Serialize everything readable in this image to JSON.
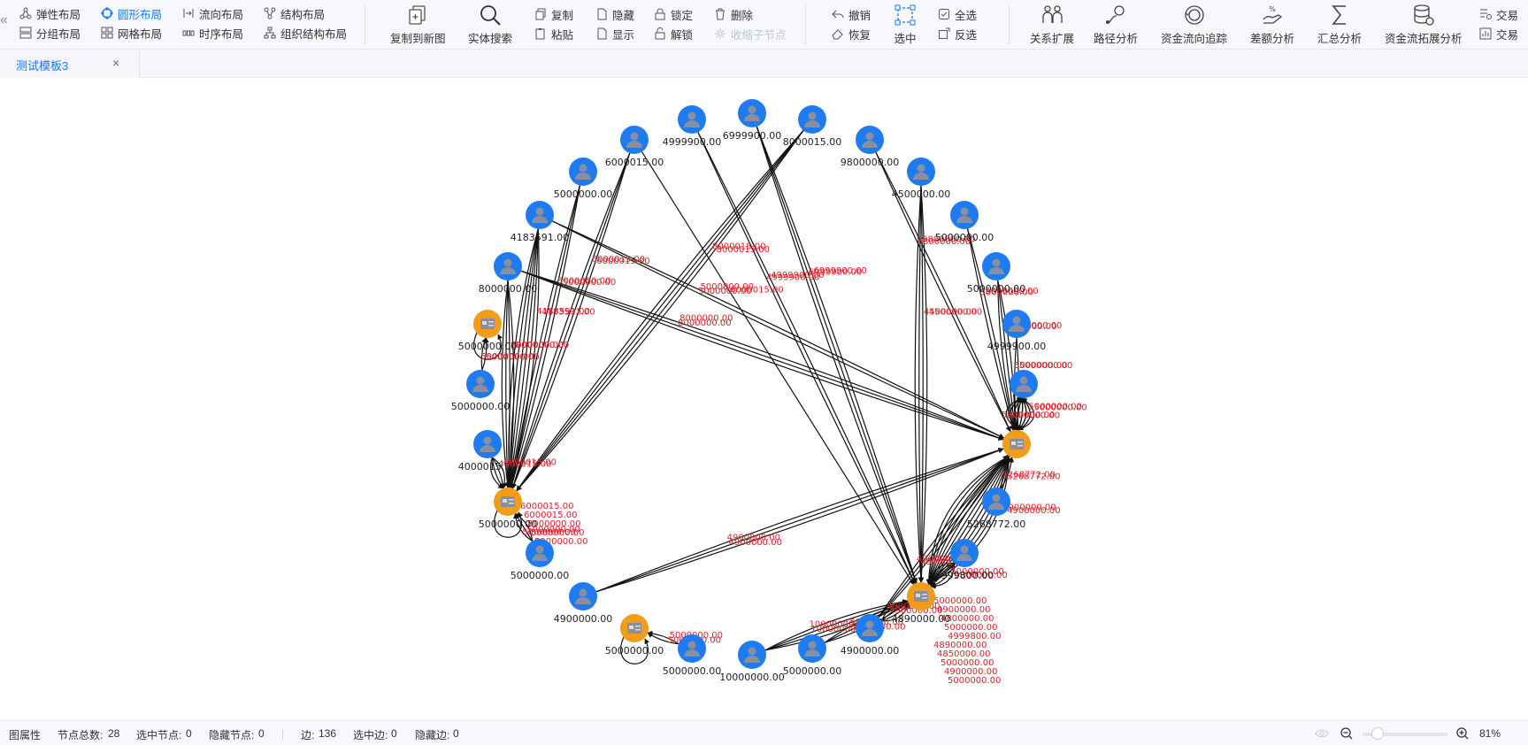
{
  "toolbar": {
    "layouts": [
      {
        "label": "弹性布局",
        "icon": "force-layout-icon"
      },
      {
        "label": "分组布局",
        "icon": "group-layout-icon"
      },
      {
        "label": "圆形布局",
        "icon": "circle-layout-icon",
        "active": true
      },
      {
        "label": "网格布局",
        "icon": "grid-layout-icon"
      },
      {
        "label": "流向布局",
        "icon": "flow-layout-icon"
      },
      {
        "label": "时序布局",
        "icon": "timeline-layout-icon"
      },
      {
        "label": "结构布局",
        "icon": "structure-layout-icon"
      },
      {
        "label": "组织结构布局",
        "icon": "org-layout-icon"
      }
    ],
    "copy_to_new": "复制到新图",
    "entity_search": "实体搜索",
    "edit": {
      "copy": "复制",
      "paste": "粘贴",
      "hide": "隐藏",
      "show": "显示",
      "lock": "锁定",
      "unlock": "解锁",
      "delete": "删除",
      "collapse_children": "收缩子节点"
    },
    "history": {
      "undo": "撤销",
      "redo": "恢复"
    },
    "select": {
      "select": "选中",
      "select_all": "全选",
      "invert": "反选"
    },
    "analysis": [
      {
        "label": "关系扩展",
        "icon": "relation-expand-icon"
      },
      {
        "label": "路径分析",
        "icon": "path-analysis-icon"
      },
      {
        "label": "资金流向追踪",
        "icon": "fund-flow-icon"
      },
      {
        "label": "差额分析",
        "icon": "difference-analysis-icon"
      },
      {
        "label": "汇总分析",
        "icon": "summary-icon"
      },
      {
        "label": "资金流拓展分析",
        "icon": "fund-expand-icon"
      }
    ],
    "extra": [
      "交易",
      "交易"
    ]
  },
  "tabs": [
    {
      "label": "测试模板3",
      "close": "×"
    }
  ],
  "status": {
    "graph_props": "图属性",
    "node_total_label": "节点总数:",
    "node_total": "28",
    "selected_nodes_label": "选中节点:",
    "selected_nodes": "0",
    "hidden_nodes_label": "隐藏节点:",
    "hidden_nodes": "0",
    "edges_label": "边:",
    "edges": "136",
    "selected_edges_label": "选中边:",
    "selected_edges": "0",
    "hidden_edges_label": "隐藏边:",
    "hidden_edges": "0",
    "zoom": "81%"
  },
  "colors": {
    "person": "#1e7bf0",
    "account": "#f39c1a",
    "edge": "#111111",
    "edge_label": "#e0202a",
    "accent": "#1677ff"
  },
  "graph": {
    "nodes": [
      {
        "id": "p1",
        "type": "person",
        "label": "6000015.00"
      },
      {
        "id": "p2",
        "type": "person",
        "label": "4999900.00"
      },
      {
        "id": "p3",
        "type": "person",
        "label": "6999900.00"
      },
      {
        "id": "p4",
        "type": "person",
        "label": "8000015.00"
      },
      {
        "id": "p5",
        "type": "person",
        "label": "9800000.00"
      },
      {
        "id": "p6",
        "type": "person",
        "label": "4500000.00"
      },
      {
        "id": "p7",
        "type": "person",
        "label": "5000000.00"
      },
      {
        "id": "p8",
        "type": "person",
        "label": "5000000.00"
      },
      {
        "id": "p9",
        "type": "person",
        "label": "4999900.00"
      },
      {
        "id": "p10",
        "type": "person",
        "label": ""
      },
      {
        "id": "a1",
        "type": "account",
        "label": ""
      },
      {
        "id": "p11",
        "type": "person",
        "label": "5268772.00"
      },
      {
        "id": "p12",
        "type": "person",
        "label": "4999800.00"
      },
      {
        "id": "a2",
        "type": "account",
        "label": "4890000.00"
      },
      {
        "id": "p13",
        "type": "person",
        "label": "4900000.00"
      },
      {
        "id": "p14",
        "type": "person",
        "label": "5000000.00"
      },
      {
        "id": "p15",
        "type": "person",
        "label": "10000000.00"
      },
      {
        "id": "p16",
        "type": "person",
        "label": "5000000.00"
      },
      {
        "id": "a3",
        "type": "account",
        "label": "5000000.00"
      },
      {
        "id": "p17",
        "type": "person",
        "label": "4900000.00"
      },
      {
        "id": "p18",
        "type": "person",
        "label": "5000000.00"
      },
      {
        "id": "a4",
        "type": "account",
        "label": "5000000.00"
      },
      {
        "id": "p19",
        "type": "person",
        "label": "4000015.00"
      },
      {
        "id": "p20",
        "type": "person",
        "label": "5000000.00"
      },
      {
        "id": "a5",
        "type": "account",
        "label": "5000000.00"
      },
      {
        "id": "p21",
        "type": "person",
        "label": "8000000.00"
      },
      {
        "id": "p22",
        "type": "person",
        "label": "4183591.00"
      },
      {
        "id": "p23",
        "type": "person",
        "label": "5000000.00"
      }
    ],
    "edges": [
      {
        "from": "p1",
        "to": "a4",
        "count": 3,
        "label": "6000015.00"
      },
      {
        "from": "p23",
        "to": "a4",
        "count": 3,
        "label": "5000000.00"
      },
      {
        "from": "p22",
        "to": "a4",
        "count": 6,
        "label": "4183591.00"
      },
      {
        "from": "p21",
        "to": "a4",
        "count": 4,
        "label": "8000000.00"
      },
      {
        "from": "p19",
        "to": "a4",
        "count": 4,
        "label": "4000015.00"
      },
      {
        "from": "p4",
        "to": "a4",
        "count": 4,
        "label": "8000015.00"
      },
      {
        "from": "p20",
        "to": "a5",
        "count": 2,
        "label": "5000000.00"
      },
      {
        "from": "p18",
        "to": "a4",
        "count": 3,
        "label": "5000000.00"
      },
      {
        "from": "p2",
        "to": "a2",
        "count": 2,
        "label": "4999900.00"
      },
      {
        "from": "p3",
        "to": "a2",
        "count": 3,
        "label": "6999900.00"
      },
      {
        "from": "p5",
        "to": "a1",
        "count": 2,
        "label": "9800000.00"
      },
      {
        "from": "p6",
        "to": "a2",
        "count": 4,
        "label": "4500000.00"
      },
      {
        "from": "p7",
        "to": "a1",
        "count": 2,
        "label": "5000000.00"
      },
      {
        "from": "p8",
        "to": "a1",
        "count": 3,
        "label": "9800000.00"
      },
      {
        "from": "p9",
        "to": "a1",
        "count": 2,
        "label": "5000000.00"
      },
      {
        "from": "p10",
        "to": "a1",
        "count": 6,
        "label": "5000000.00"
      },
      {
        "from": "p11",
        "to": "a1",
        "count": 2,
        "label": "5268772.00"
      },
      {
        "from": "p21",
        "to": "a1",
        "count": 3,
        "label": "8000000.00"
      },
      {
        "from": "p22",
        "to": "a1",
        "count": 2,
        "label": "5000000.00"
      },
      {
        "from": "p12",
        "to": "a2",
        "count": 5,
        "label": "5000000.00"
      },
      {
        "from": "a1",
        "to": "a2",
        "count": 12,
        "label": "4900000.00"
      },
      {
        "from": "p13",
        "to": "a1",
        "count": 3,
        "label": "4900000.00"
      },
      {
        "from": "p13",
        "to": "a2",
        "count": 4,
        "label": "4900000.00"
      },
      {
        "from": "p14",
        "to": "a2",
        "count": 3,
        "label": "5000000.00"
      },
      {
        "from": "p15",
        "to": "a2",
        "count": 4,
        "label": "10000000.00"
      },
      {
        "from": "p16",
        "to": "a3",
        "count": 2,
        "label": "5000000.00"
      },
      {
        "from": "p17",
        "to": "a1",
        "count": 3,
        "label": "4900000.00"
      },
      {
        "from": "a1",
        "to": "p10",
        "count": 8,
        "label": "5000000.00"
      },
      {
        "from": "p1",
        "to": "a2",
        "count": 1,
        "label": "6000015.00"
      }
    ],
    "edge_labels": [
      "5000000.00",
      "4900000.00",
      "4800000.00",
      "5000000.00",
      "4999800.00",
      "4890000.00",
      "4850000.00",
      "5000000.00",
      "4900000.00",
      "5000000.00",
      "6000015.00",
      "6000015.00",
      "8000000.00",
      "5000000.00",
      "5000000.00"
    ]
  }
}
